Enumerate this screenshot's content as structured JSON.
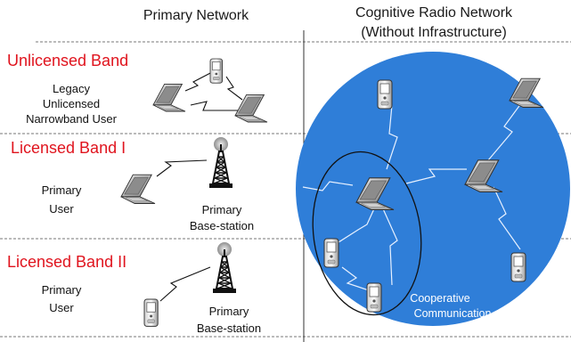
{
  "headers": {
    "primary": "Primary Network",
    "crn_title": "Cognitive Radio Network",
    "crn_subtitle": "(Without Infrastructure)"
  },
  "bands": [
    {
      "label": "Unlicensed Band"
    },
    {
      "label": "Licensed Band I"
    },
    {
      "label": "Licensed Band II"
    }
  ],
  "labels": {
    "legacy": [
      "Legacy",
      "Unlicensed",
      "Narrowband User"
    ],
    "primary_user_1": [
      "Primary",
      "User"
    ],
    "base_station_1": [
      "Primary",
      "Base-station"
    ],
    "primary_user_2": [
      "Primary",
      "User"
    ],
    "base_station_2": [
      "Primary",
      "Base-station"
    ],
    "cooperative": [
      "Cooperative",
      "Communication"
    ]
  },
  "colors": {
    "band_label": "#e0141e",
    "crn_area": "#2f7ed8",
    "crn_text": "#ffffff"
  },
  "icons": {
    "primary_network": [
      "phone-icon",
      "laptop-icon",
      "laptop-icon",
      "tower-icon",
      "laptop-icon",
      "tower-icon",
      "phone-icon"
    ],
    "cognitive_network": [
      "phone-icon",
      "laptop-icon",
      "laptop-icon",
      "laptop-icon",
      "phone-icon",
      "phone-icon",
      "phone-icon"
    ]
  }
}
